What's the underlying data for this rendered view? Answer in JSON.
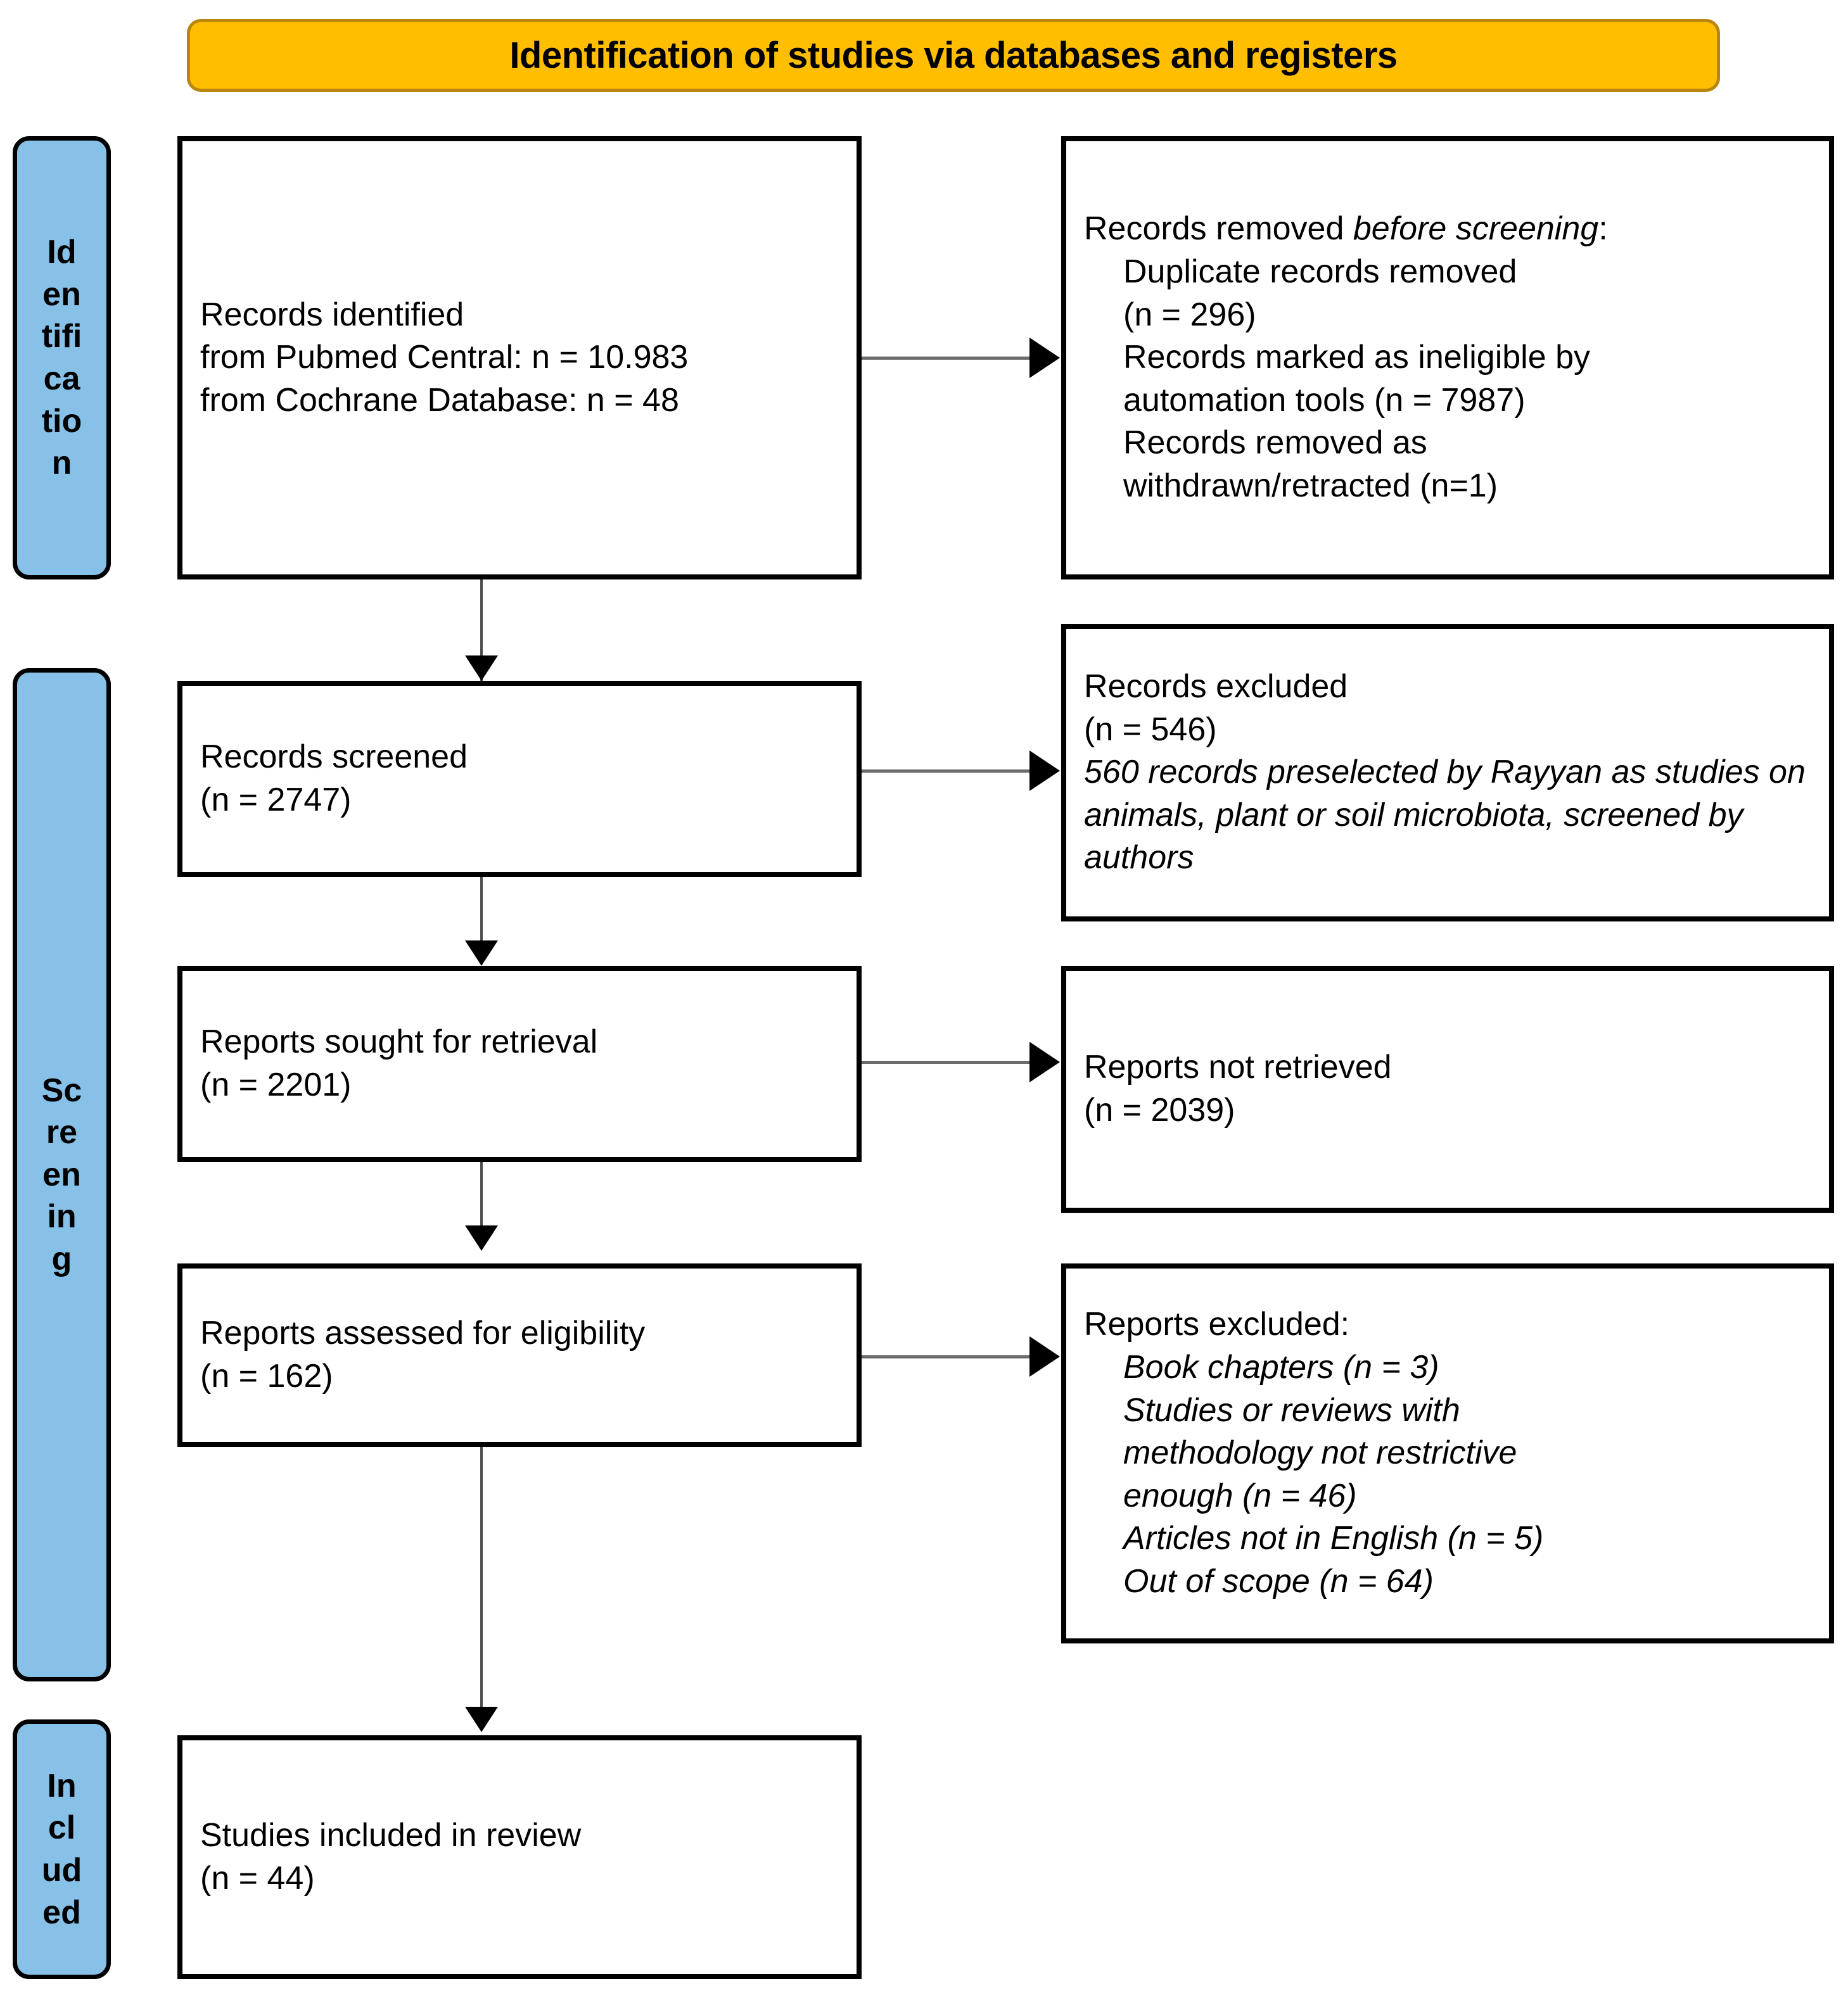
{
  "banner": {
    "title": "Identification of studies via databases and registers"
  },
  "colors": {
    "banner_fill": "#FFBE00",
    "banner_border": "#B8860B",
    "stage_fill": "#87C1E8",
    "box_border": "#000000",
    "connector": "#4d4d4d",
    "page_background": "#FFFFFF"
  },
  "stages": [
    {
      "name": "identification",
      "lines": [
        "Id",
        "en",
        "tifi",
        "ca",
        "tio",
        "n"
      ]
    },
    {
      "name": "screening",
      "lines": [
        "Sc",
        "re",
        "en",
        "in",
        "g"
      ]
    },
    {
      "name": "included",
      "lines": [
        "In",
        "cl",
        "ud",
        "ed"
      ]
    }
  ],
  "boxes": {
    "records_identified": {
      "lines": [
        "Records identified",
        "from Pubmed Central: n = 10.983",
        "from Cochrane Database: n = 48"
      ]
    },
    "records_removed": {
      "heading_plain": "Records removed ",
      "heading_italic": "before screening",
      "heading_tail": ":",
      "lines": [
        "Duplicate records removed",
        "(n = 296)",
        "Records marked as ineligible by",
        "automation tools (n = 7987)",
        "Records removed as",
        "withdrawn/retracted (n=1)"
      ]
    },
    "records_screened": {
      "lines": [
        "Records screened",
        "(n = 2747)"
      ]
    },
    "records_excluded": {
      "lines": [
        "Records excluded",
        "(n = 546)"
      ],
      "note": "560 records preselected by Rayyan as studies on animals, plant or soil microbiota, screened by authors"
    },
    "reports_sought": {
      "lines": [
        "Reports sought for retrieval",
        "(n = 2201)"
      ]
    },
    "reports_not_retrieved": {
      "lines": [
        "Reports not retrieved",
        "(n = 2039)"
      ]
    },
    "reports_assessed": {
      "lines": [
        "Reports assessed for eligibility",
        "(n = 162)"
      ]
    },
    "reports_excluded": {
      "heading": "Reports excluded:",
      "items": [
        "Book chapters (n = 3)",
        "Studies or reviews with",
        "methodology not restrictive",
        "enough (n = 46)",
        "Articles not in English (n = 5)",
        "Out of scope (n = 64)"
      ]
    },
    "studies_included": {
      "lines": [
        "Studies included in review",
        "(n = 44)"
      ]
    }
  }
}
